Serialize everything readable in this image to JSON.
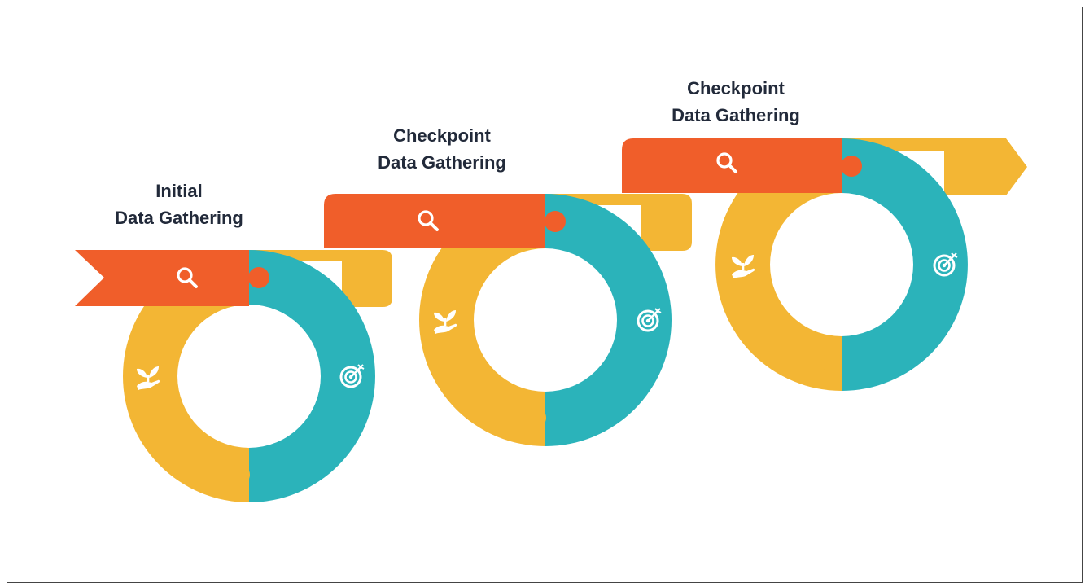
{
  "colors": {
    "orange": "#F05E2A",
    "yellow": "#F3B634",
    "teal": "#2BB3BA",
    "label": "#222a3a",
    "background": "#ffffff"
  },
  "steps": [
    {
      "line1": "Initial",
      "line2": "Data Gathering",
      "icons": [
        "magnifier-icon",
        "plant-in-hand-icon",
        "target-icon"
      ]
    },
    {
      "line1": "Checkpoint",
      "line2": "Data Gathering",
      "icons": [
        "magnifier-icon",
        "plant-in-hand-icon",
        "target-icon"
      ]
    },
    {
      "line1": "Checkpoint",
      "line2": "Data Gathering",
      "icons": [
        "magnifier-icon",
        "plant-in-hand-icon",
        "target-icon"
      ]
    }
  ]
}
